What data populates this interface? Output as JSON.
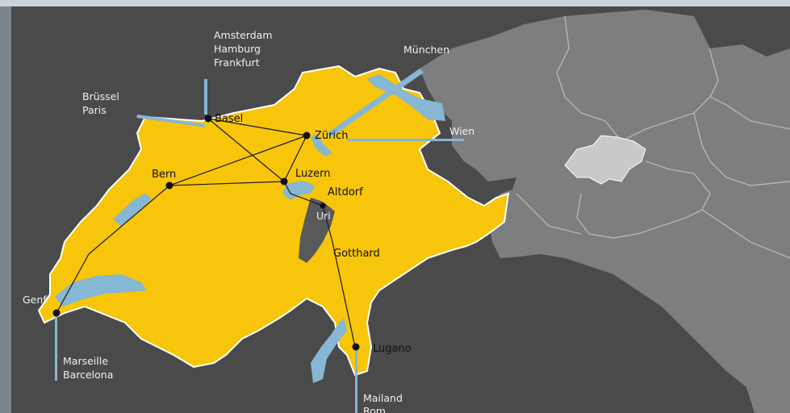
{
  "colors": {
    "background": "#4a4a4b",
    "europe": "#7d7e80",
    "border": "#b5b5b5",
    "switzerland": "#f7c50a",
    "switzerland_outline": "#ffffff",
    "uri": "#58595b",
    "water": "#86b7d3",
    "route": "#1a1a1a",
    "label_dark": "#111111",
    "label_light": "#f0f0f0"
  },
  "cities": {
    "basel": "Basel",
    "zurich": "Zürich",
    "bern": "Bern",
    "luzern": "Luzern",
    "altdorf": "Altdorf",
    "uri": "Uri",
    "gotthard": "Gotthard",
    "genf": "Genf",
    "lugano": "Lugano"
  },
  "connections": {
    "north_1": "Amsterdam",
    "north_2": "Hamburg",
    "north_3": "Frankfurt",
    "west_1": "Brüssel",
    "west_2": "Paris",
    "northeast": "München",
    "east": "Wien",
    "southwest_1": "Marseille",
    "southwest_2": "Barcelona",
    "south_1": "Mailand",
    "south_2": "Rom"
  }
}
